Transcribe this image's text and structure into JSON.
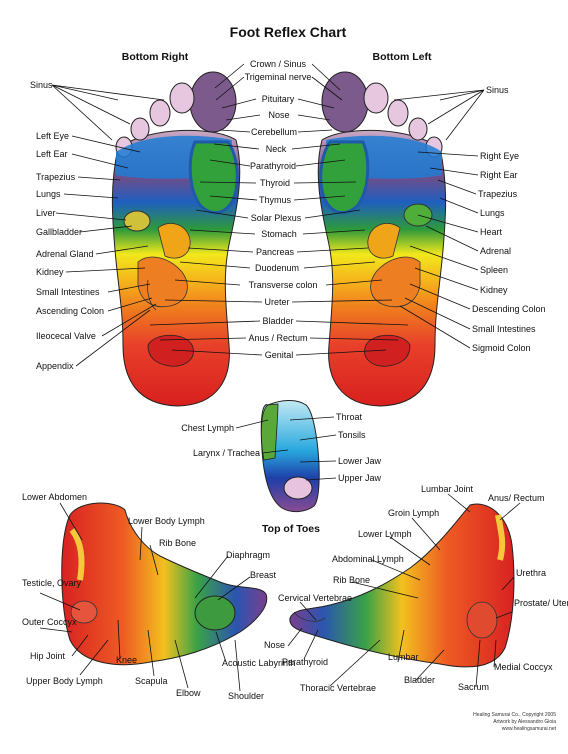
{
  "title": "Foot Reflex Chart",
  "headers": {
    "bottom_right": "Bottom Right",
    "bottom_left": "Bottom Left",
    "top_of_toes": "Top of Toes"
  },
  "center_labels": [
    "Crown / Sinus",
    "Trigeminal nerve",
    "Pituitary",
    "Nose",
    "Cerebellum",
    "Neck",
    "Parathyroid",
    "Thyroid",
    "Thymus",
    "Solar Plexus",
    "Stomach",
    "Pancreas",
    "Duodenum",
    "Transverse colon",
    "Ureter",
    "Bladder",
    "Anus / Rectum",
    "Genital"
  ],
  "right_foot_labels": [
    "Sinus",
    "Left Eye",
    "Left Ear",
    "Trapezius",
    "Lungs",
    "Liver",
    "Gallbladder",
    "Adrenal Gland",
    "Kidney",
    "Small Intestines",
    "Ascending Colon",
    "Ileocecal Valve",
    "Appendix"
  ],
  "left_foot_labels": [
    "Sinus",
    "Right Eye",
    "Right Ear",
    "Trapezius",
    "Lungs",
    "Heart",
    "Adrenal",
    "Spleen",
    "Kidney",
    "Descending Colon",
    "Small Intestines",
    "Sigmoid Colon"
  ],
  "toes_left_labels": [
    "Chest Lymph",
    "Larynx / Trachea"
  ],
  "toes_right_labels": [
    "Throat",
    "Tonsils",
    "Lower Jaw",
    "Upper Jaw"
  ],
  "outer_foot_labels": [
    "Lower Abdomen",
    "Lower Body Lymph",
    "Rib Bone",
    "Diaphragm",
    "Breast",
    "Testicle, Ovary",
    "Outer Coccyx",
    "Hip Joint",
    "Knee",
    "Upper Body Lymph",
    "Scapula",
    "Elbow",
    "Acoustic Labyrinth",
    "Shoulder"
  ],
  "inner_foot_labels": [
    "Lumbar Joint",
    "Anus/ Rectum",
    "Groin Lymph",
    "Lower Lymph",
    "Abdominal Lymph",
    "Urethra",
    "Rib Bone",
    "Cervical Vertebrae",
    "Prostate/ Uterus",
    "Nose",
    "Parathyroid",
    "Lumbar",
    "Bladder",
    "Sacrum",
    "Medial Coccyx",
    "Thoracic Vertebrae"
  ],
  "credits": [
    "Healing Samurai Co., Copyright 2005",
    "Artwork by Alessandro Gioia",
    "www.healingsamurai.net"
  ]
}
